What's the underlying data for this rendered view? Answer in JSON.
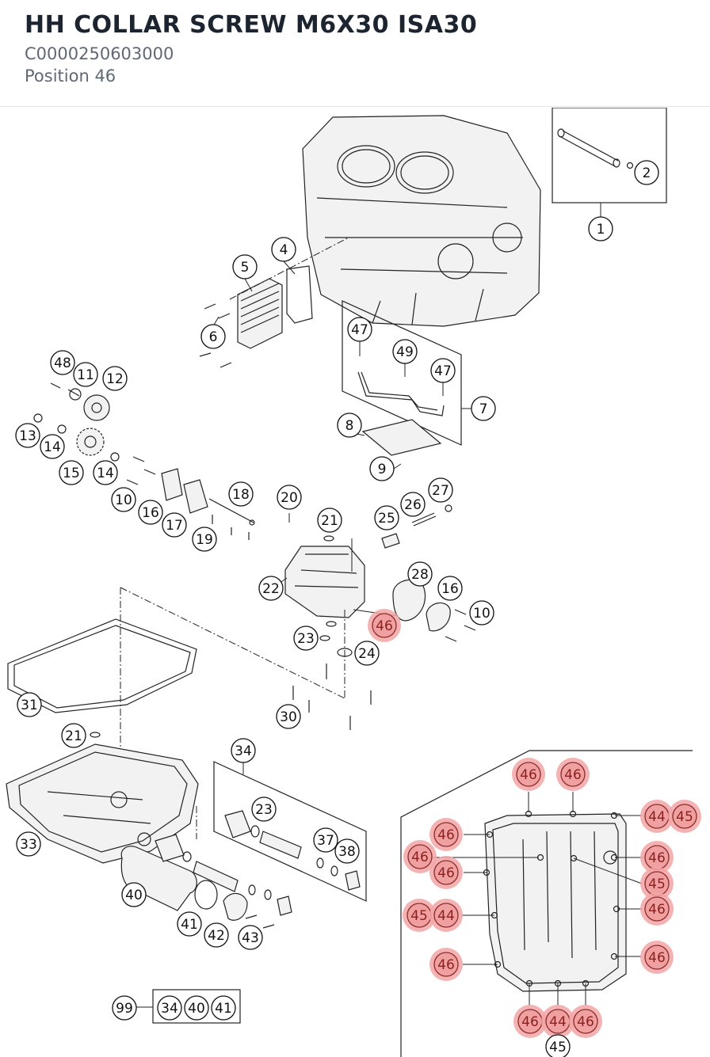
{
  "header": {
    "title": "HH COLLAR SCREW M6X30 ISA30",
    "part_number": "C0000250603000",
    "position": "Position 46"
  },
  "highlight_color": "#f0a0a0",
  "callouts": [
    {
      "label": "1"
    },
    {
      "label": "2"
    },
    {
      "label": "4"
    },
    {
      "label": "5"
    },
    {
      "label": "6"
    },
    {
      "label": "47"
    },
    {
      "label": "49"
    },
    {
      "label": "47"
    },
    {
      "label": "7"
    },
    {
      "label": "8"
    },
    {
      "label": "9"
    },
    {
      "label": "48"
    },
    {
      "label": "11"
    },
    {
      "label": "12"
    },
    {
      "label": "13"
    },
    {
      "label": "14"
    },
    {
      "label": "15"
    },
    {
      "label": "14"
    },
    {
      "label": "10"
    },
    {
      "label": "16"
    },
    {
      "label": "17"
    },
    {
      "label": "18"
    },
    {
      "label": "19"
    },
    {
      "label": "20"
    },
    {
      "label": "21"
    },
    {
      "label": "25"
    },
    {
      "label": "26"
    },
    {
      "label": "27"
    },
    {
      "label": "22"
    },
    {
      "label": "28"
    },
    {
      "label": "16"
    },
    {
      "label": "10"
    },
    {
      "label": "46"
    },
    {
      "label": "23"
    },
    {
      "label": "24"
    },
    {
      "label": "31"
    },
    {
      "label": "30"
    },
    {
      "label": "21"
    },
    {
      "label": "34"
    },
    {
      "label": "23"
    },
    {
      "label": "37"
    },
    {
      "label": "38"
    },
    {
      "label": "33"
    },
    {
      "label": "40"
    },
    {
      "label": "41"
    },
    {
      "label": "42"
    },
    {
      "label": "43"
    },
    {
      "label": "99"
    },
    {
      "label": "34"
    },
    {
      "label": "40"
    },
    {
      "label": "41"
    },
    {
      "label": "46"
    },
    {
      "label": "46"
    },
    {
      "label": "44"
    },
    {
      "label": "45"
    },
    {
      "label": "46"
    },
    {
      "label": "46"
    },
    {
      "label": "46"
    },
    {
      "label": "45"
    },
    {
      "label": "46"
    },
    {
      "label": "45"
    },
    {
      "label": "44"
    },
    {
      "label": "46"
    },
    {
      "label": "46"
    },
    {
      "label": "46"
    },
    {
      "label": "46"
    },
    {
      "label": "44"
    },
    {
      "label": "46"
    },
    {
      "label": "45"
    }
  ]
}
